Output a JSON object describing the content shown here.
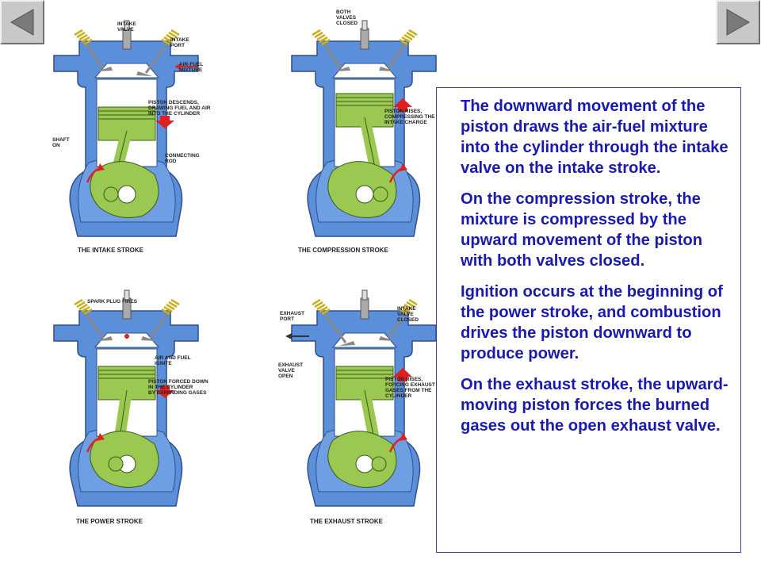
{
  "nav": {
    "prev_icon": "triangle-left-icon",
    "next_icon": "triangle-right-icon"
  },
  "colors": {
    "block": "#5b8fd9",
    "block_dark": "#2f4f8c",
    "piston": "#9ac850",
    "arrow": "#e02020",
    "valve": "#c8b020",
    "text": "#1a1ab0"
  },
  "panels": {
    "intake": {
      "caption": "THE INTAKE STROKE",
      "labels": {
        "intake_valve": "INTAKE\nVALVE",
        "intake_port": "INTAKE\nPORT",
        "air_fuel": "AIR-FUEL\nMIXTURE",
        "piston_descends": "PISTON DESCENDS,\nDRAWING FUEL AND AIR\nINTO THE CYLINDER",
        "shaft": "SHAFT\nON",
        "connecting_rod": "CONNECTING\nROD"
      }
    },
    "compression": {
      "caption": "THE COMPRESSION STROKE",
      "labels": {
        "both_valves": "BOTH\nVALVES\nCLOSED",
        "piston_rises": "PISTON RISES,\nCOMPRESSING THE\nINTAKE CHARGE"
      }
    },
    "power": {
      "caption": "THE POWER STROKE",
      "labels": {
        "spark": "SPARK PLUG FIRES",
        "air_fuel_ignite": "AIR AND FUEL\nIGNITE",
        "forced_down": "PISTON FORCED DOWN\nIN THE CYLINDER\nBY EXPANDING GASES"
      }
    },
    "exhaust": {
      "caption": "THE EXHAUST STROKE",
      "labels": {
        "exhaust_port": "EXHAUST\nPORT",
        "exhaust_valve": "EXHAUST\nVALVE\nOPEN",
        "intake_closed": "INTAKE\nVALVE\nCLOSED",
        "piston_rises": "PISTON RISES,\nFORCING EXHAUST\nGASES FROM THE\nCYLINDER"
      }
    }
  },
  "description": {
    "paragraphs": [
      "The downward movement of the piston draws the air-fuel mixture into the cylinder through the intake valve on the intake stroke.",
      "On the compression stroke, the mixture is compressed by the upward movement of the piston with both valves closed.",
      "Ignition occurs at the beginning of the power stroke, and combustion drives the piston downward to produce power.",
      "On the exhaust stroke, the upward-moving piston forces the burned gases out the open exhaust valve."
    ]
  }
}
